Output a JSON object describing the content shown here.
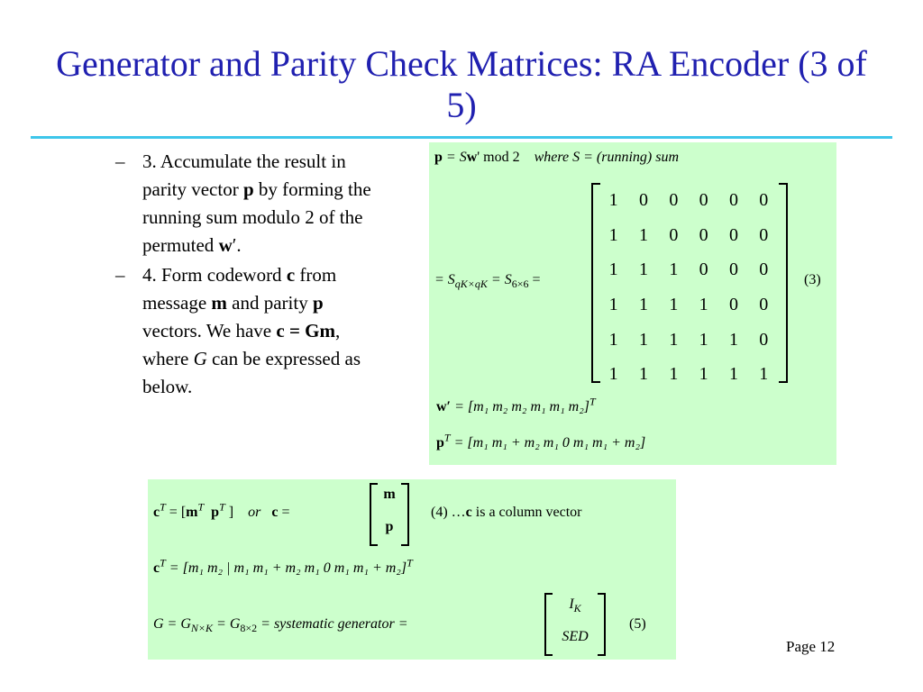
{
  "slide": {
    "title": "Generator and Parity Check Matrices: RA Encoder (3 of 5)",
    "page_number": "Page 12",
    "colors": {
      "title": "#2020b0",
      "rule": "#3ec6ea",
      "box": "#ccffcc"
    }
  },
  "bullets": [
    {
      "dash": "–",
      "parts": [
        "3. Accumulate the result in parity vector ",
        "p",
        " by forming the running sum modulo 2 of the permuted ",
        "w",
        "′."
      ]
    },
    {
      "dash": "–",
      "parts": [
        "4. Form codeword ",
        "c",
        " from message ",
        "m",
        " and parity ",
        "p",
        " vectors.  We have ",
        "c = G",
        "m",
        ", where ",
        "G",
        " can be expressed as below."
      ]
    }
  ],
  "box1": {
    "eq1_lhs": "p",
    "eq1_rhs": "= S",
    "eq1_w": "w",
    "eq1_mod": "' mod 2",
    "eq1_where": "where S = (running) sum",
    "eq2_lhs": "= S",
    "eq2_sub1": "qK×qK",
    "eq2_mid": "= S",
    "eq2_sub2": "6×6",
    "eq2_eq": "=",
    "eq2_num": "(3)",
    "matrix": [
      [
        "1",
        "0",
        "0",
        "0",
        "0",
        "0"
      ],
      [
        "1",
        "1",
        "0",
        "0",
        "0",
        "0"
      ],
      [
        "1",
        "1",
        "1",
        "0",
        "0",
        "0"
      ],
      [
        "1",
        "1",
        "1",
        "1",
        "0",
        "0"
      ],
      [
        "1",
        "1",
        "1",
        "1",
        "1",
        "0"
      ],
      [
        "1",
        "1",
        "1",
        "1",
        "1",
        "1"
      ]
    ],
    "eq3_lhs": "w′",
    "eq3_rhs": "= [m₁  m₂  m₂  m₁  m₁  m₂]",
    "eq3_sup": "T",
    "eq4_lhs": "p",
    "eq4_sup": "T",
    "eq4_rhs": "= [m₁  m₁ + m₂  m₁  0  m₁  m₁ + m₂]"
  },
  "box2": {
    "eq1_c": "c",
    "eq1_supT": "T",
    "eq1_mid": " = [",
    "eq1_m": "m",
    "eq1_p": "p",
    "eq1_close": " ]",
    "eq1_or": "or",
    "eq1_c2": "c",
    "eq1_eq": " =",
    "eq1_col_top": "m",
    "eq1_col_bot": "p",
    "eq1_num": "(4) …",
    "eq1_desc_c": "c",
    "eq1_desc": " is a column vector",
    "eq2_c": "c",
    "eq2_sup": "T",
    "eq2_rhs": "= [m₁  m₂ | m₁  m₁ + m₂  m₁  0  m₁  m₁ + m₂]",
    "eq2_sup2": "T",
    "eq3_lhs": "G = G",
    "eq3_sub1": "N×K",
    "eq3_mid": " = G",
    "eq3_sub2": "8×2",
    "eq3_rest": " = systematic generator =",
    "eq3_top": "I",
    "eq3_top_sub": "K",
    "eq3_bot": "SED",
    "eq3_num": "(5)"
  }
}
